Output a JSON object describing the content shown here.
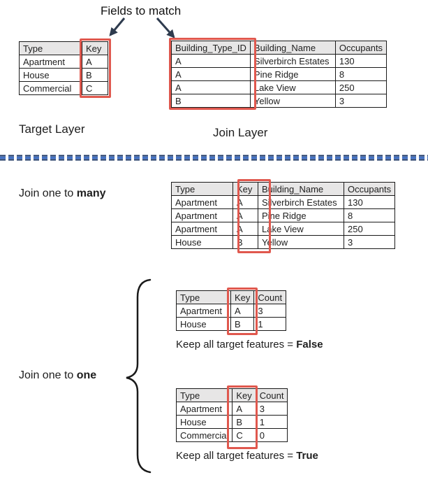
{
  "header": {
    "title": "Fields to match"
  },
  "colors": {
    "red_outline": "#E0584E",
    "header_bg": "#E7E6E6",
    "divider_blue": "#4472C4",
    "divider_navy": "#1F3864",
    "arrow": "#2E3B4E"
  },
  "target": {
    "caption": "Target Layer",
    "headers": [
      "Type",
      "Key"
    ],
    "rows": [
      [
        "Apartment",
        "A"
      ],
      [
        "House",
        "B"
      ],
      [
        "Commercial",
        "C"
      ]
    ]
  },
  "join": {
    "caption": "Join Layer",
    "headers": [
      "Building_Type_ID",
      "Building_Name",
      "Occupants"
    ],
    "rows": [
      [
        "A",
        "Silverbirch Estates",
        "130"
      ],
      [
        "A",
        "Pine Ridge",
        "8"
      ],
      [
        "A",
        "Lake View",
        "250"
      ],
      [
        "B",
        "Yellow",
        "3"
      ]
    ]
  },
  "one_to_many": {
    "label_prefix": "Join one to ",
    "label_bold": "many",
    "headers": [
      "Type",
      "Key",
      "Building_Name",
      "Occupants"
    ],
    "rows": [
      [
        "Apartment",
        "A",
        "Silverbirch Estates",
        "130"
      ],
      [
        "Apartment",
        "A",
        "Pine Ridge",
        "8"
      ],
      [
        "Apartment",
        "A",
        "Lake View",
        "250"
      ],
      [
        "House",
        "B",
        "Yellow",
        "3"
      ]
    ]
  },
  "one_to_one": {
    "label_prefix": "Join one to ",
    "label_bold": "one",
    "false_table": {
      "headers": [
        "Type",
        "Key",
        "Count"
      ],
      "rows": [
        [
          "Apartment",
          "A",
          "3"
        ],
        [
          "House",
          "B",
          "1"
        ]
      ],
      "caption_prefix": "Keep all target features = ",
      "caption_bold": "False"
    },
    "true_table": {
      "headers": [
        "Type",
        "Key",
        "Count"
      ],
      "rows": [
        [
          "Apartment",
          "A",
          "3"
        ],
        [
          "House",
          "B",
          "1"
        ],
        [
          "Commercial",
          "C",
          "0"
        ]
      ],
      "caption_prefix": "Keep all target features = ",
      "caption_bold": "True"
    }
  }
}
